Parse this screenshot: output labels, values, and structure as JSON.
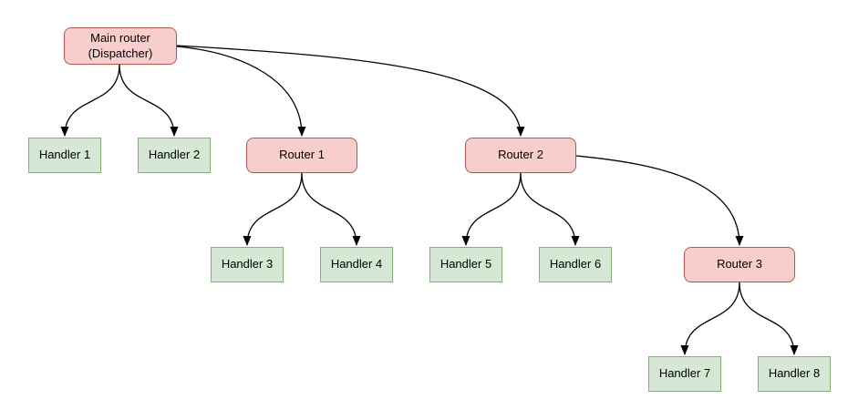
{
  "palette": {
    "canvas_bg": "#ffffff",
    "router_fill": "#f8cecc",
    "router_stroke": "#b85450",
    "handler_fill": "#d5e8d4",
    "handler_stroke": "#82b366",
    "edge_stroke": "#000000",
    "text_color": "#000000"
  },
  "nodes": {
    "main_router": {
      "line1": "Main router",
      "line2": "(Dispatcher)",
      "type": "router"
    },
    "router_1": {
      "label": "Router 1",
      "type": "router"
    },
    "router_2": {
      "label": "Router 2",
      "type": "router"
    },
    "router_3": {
      "label": "Router 3",
      "type": "router"
    },
    "handler_1": {
      "label": "Handler 1",
      "type": "handler"
    },
    "handler_2": {
      "label": "Handler 2",
      "type": "handler"
    },
    "handler_3": {
      "label": "Handler 3",
      "type": "handler"
    },
    "handler_4": {
      "label": "Handler 4",
      "type": "handler"
    },
    "handler_5": {
      "label": "Handler 5",
      "type": "handler"
    },
    "handler_6": {
      "label": "Handler 6",
      "type": "handler"
    },
    "handler_7": {
      "label": "Handler 7",
      "type": "handler"
    },
    "handler_8": {
      "label": "Handler 8",
      "type": "handler"
    }
  },
  "edges": [
    {
      "from": "Main router (Dispatcher)",
      "to": "Handler 1"
    },
    {
      "from": "Main router (Dispatcher)",
      "to": "Handler 2"
    },
    {
      "from": "Main router (Dispatcher)",
      "to": "Router 1"
    },
    {
      "from": "Main router (Dispatcher)",
      "to": "Router 2"
    },
    {
      "from": "Router 1",
      "to": "Handler 3"
    },
    {
      "from": "Router 1",
      "to": "Handler 4"
    },
    {
      "from": "Router 2",
      "to": "Handler 5"
    },
    {
      "from": "Router 2",
      "to": "Handler 6"
    },
    {
      "from": "Router 2",
      "to": "Router 3"
    },
    {
      "from": "Router 3",
      "to": "Handler 7"
    },
    {
      "from": "Router 3",
      "to": "Handler 8"
    }
  ]
}
